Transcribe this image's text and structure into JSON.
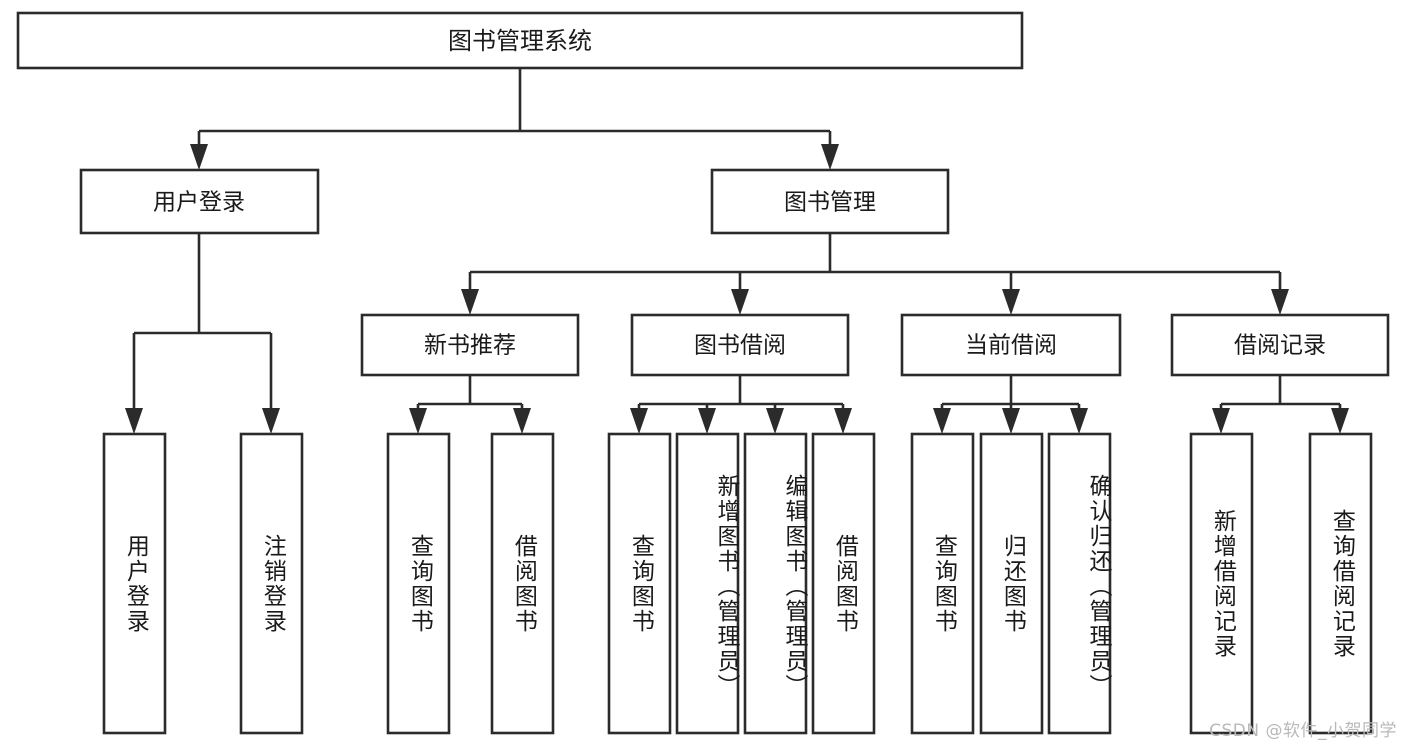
{
  "diagram": {
    "type": "tree-hierarchy",
    "title": "图书管理系统",
    "root": {
      "id": "root",
      "label": "图书管理系统"
    },
    "level2": [
      {
        "id": "user-login",
        "label": "用户登录"
      },
      {
        "id": "book-management",
        "label": "图书管理"
      }
    ],
    "level3": [
      {
        "id": "new-book-recommend",
        "label": "新书推荐",
        "parent": "book-management"
      },
      {
        "id": "book-borrow",
        "label": "图书借阅",
        "parent": "book-management"
      },
      {
        "id": "current-borrow",
        "label": "当前借阅",
        "parent": "book-management"
      },
      {
        "id": "borrow-record",
        "label": "借阅记录",
        "parent": "book-management"
      }
    ],
    "leaves": [
      {
        "id": "leaf-user-login",
        "label": "用户登录",
        "parent": "user-login"
      },
      {
        "id": "leaf-logout-login",
        "label": "注销登录",
        "parent": "user-login"
      },
      {
        "id": "leaf-query-book-1",
        "label": "查询图书",
        "parent": "new-book-recommend"
      },
      {
        "id": "leaf-borrow-book-1",
        "label": "借阅图书",
        "parent": "new-book-recommend"
      },
      {
        "id": "leaf-query-book-2",
        "label": "查询图书",
        "parent": "book-borrow"
      },
      {
        "id": "leaf-add-book",
        "label": "新增图书（管理员）",
        "parent": "book-borrow"
      },
      {
        "id": "leaf-edit-book",
        "label": "编辑图书（管理员）",
        "parent": "book-borrow"
      },
      {
        "id": "leaf-borrow-book-2",
        "label": "借阅图书",
        "parent": "book-borrow"
      },
      {
        "id": "leaf-query-book-3",
        "label": "查询图书",
        "parent": "current-borrow"
      },
      {
        "id": "leaf-return-book",
        "label": "归还图书",
        "parent": "current-borrow"
      },
      {
        "id": "leaf-confirm-return",
        "label": "确认归还（管理员）",
        "parent": "current-borrow"
      },
      {
        "id": "leaf-add-record",
        "label": "新增借阅记录",
        "parent": "borrow-record"
      },
      {
        "id": "leaf-query-record",
        "label": "查询借阅记录",
        "parent": "borrow-record"
      }
    ]
  },
  "watermark": {
    "text": "CSDN @软件_小贺同学"
  },
  "colors": {
    "stroke": "#2b2b2b",
    "fill": "#ffffff",
    "text": "#1a1a1a",
    "watermark": "#b9b9b9"
  }
}
